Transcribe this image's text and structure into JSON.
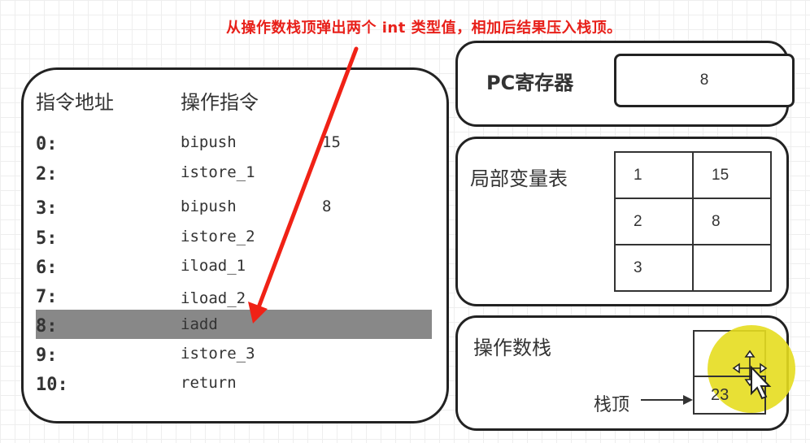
{
  "caption": {
    "text": "从操作数栈顶弹出两个 int 类型值，相加后结果压入栈顶。",
    "color": "#e8201a"
  },
  "instructions": {
    "header_address": "指令地址",
    "header_op": "操作指令",
    "rows": [
      {
        "addr": "0:",
        "op": "bipush",
        "arg": "15"
      },
      {
        "addr": "2:",
        "op": "istore_1",
        "arg": ""
      },
      {
        "addr": "3:",
        "op": "bipush",
        "arg": "8"
      },
      {
        "addr": "5:",
        "op": "istore_2",
        "arg": ""
      },
      {
        "addr": "6:",
        "op": "iload_1",
        "arg": ""
      },
      {
        "addr": "7:",
        "op": "iload_2",
        "arg": ""
      },
      {
        "addr": "8:",
        "op": "iadd",
        "arg": ""
      },
      {
        "addr": "9:",
        "op": "istore_3",
        "arg": ""
      },
      {
        "addr": "10:",
        "op": "return",
        "arg": ""
      }
    ],
    "highlighted_index": 6,
    "highlight_color": "#888888"
  },
  "pc_register": {
    "label": "PC寄存器",
    "value": "8"
  },
  "local_variables": {
    "label": "局部变量表",
    "rows": [
      {
        "index": "1",
        "value": "15"
      },
      {
        "index": "2",
        "value": "8"
      },
      {
        "index": "3",
        "value": ""
      }
    ]
  },
  "operand_stack": {
    "label": "操作数栈",
    "top_label": "栈顶",
    "cells": [
      "",
      "23"
    ]
  },
  "cursor": {
    "icon": "move-cursor-icon",
    "highlight_color": "#e5dd1f"
  }
}
